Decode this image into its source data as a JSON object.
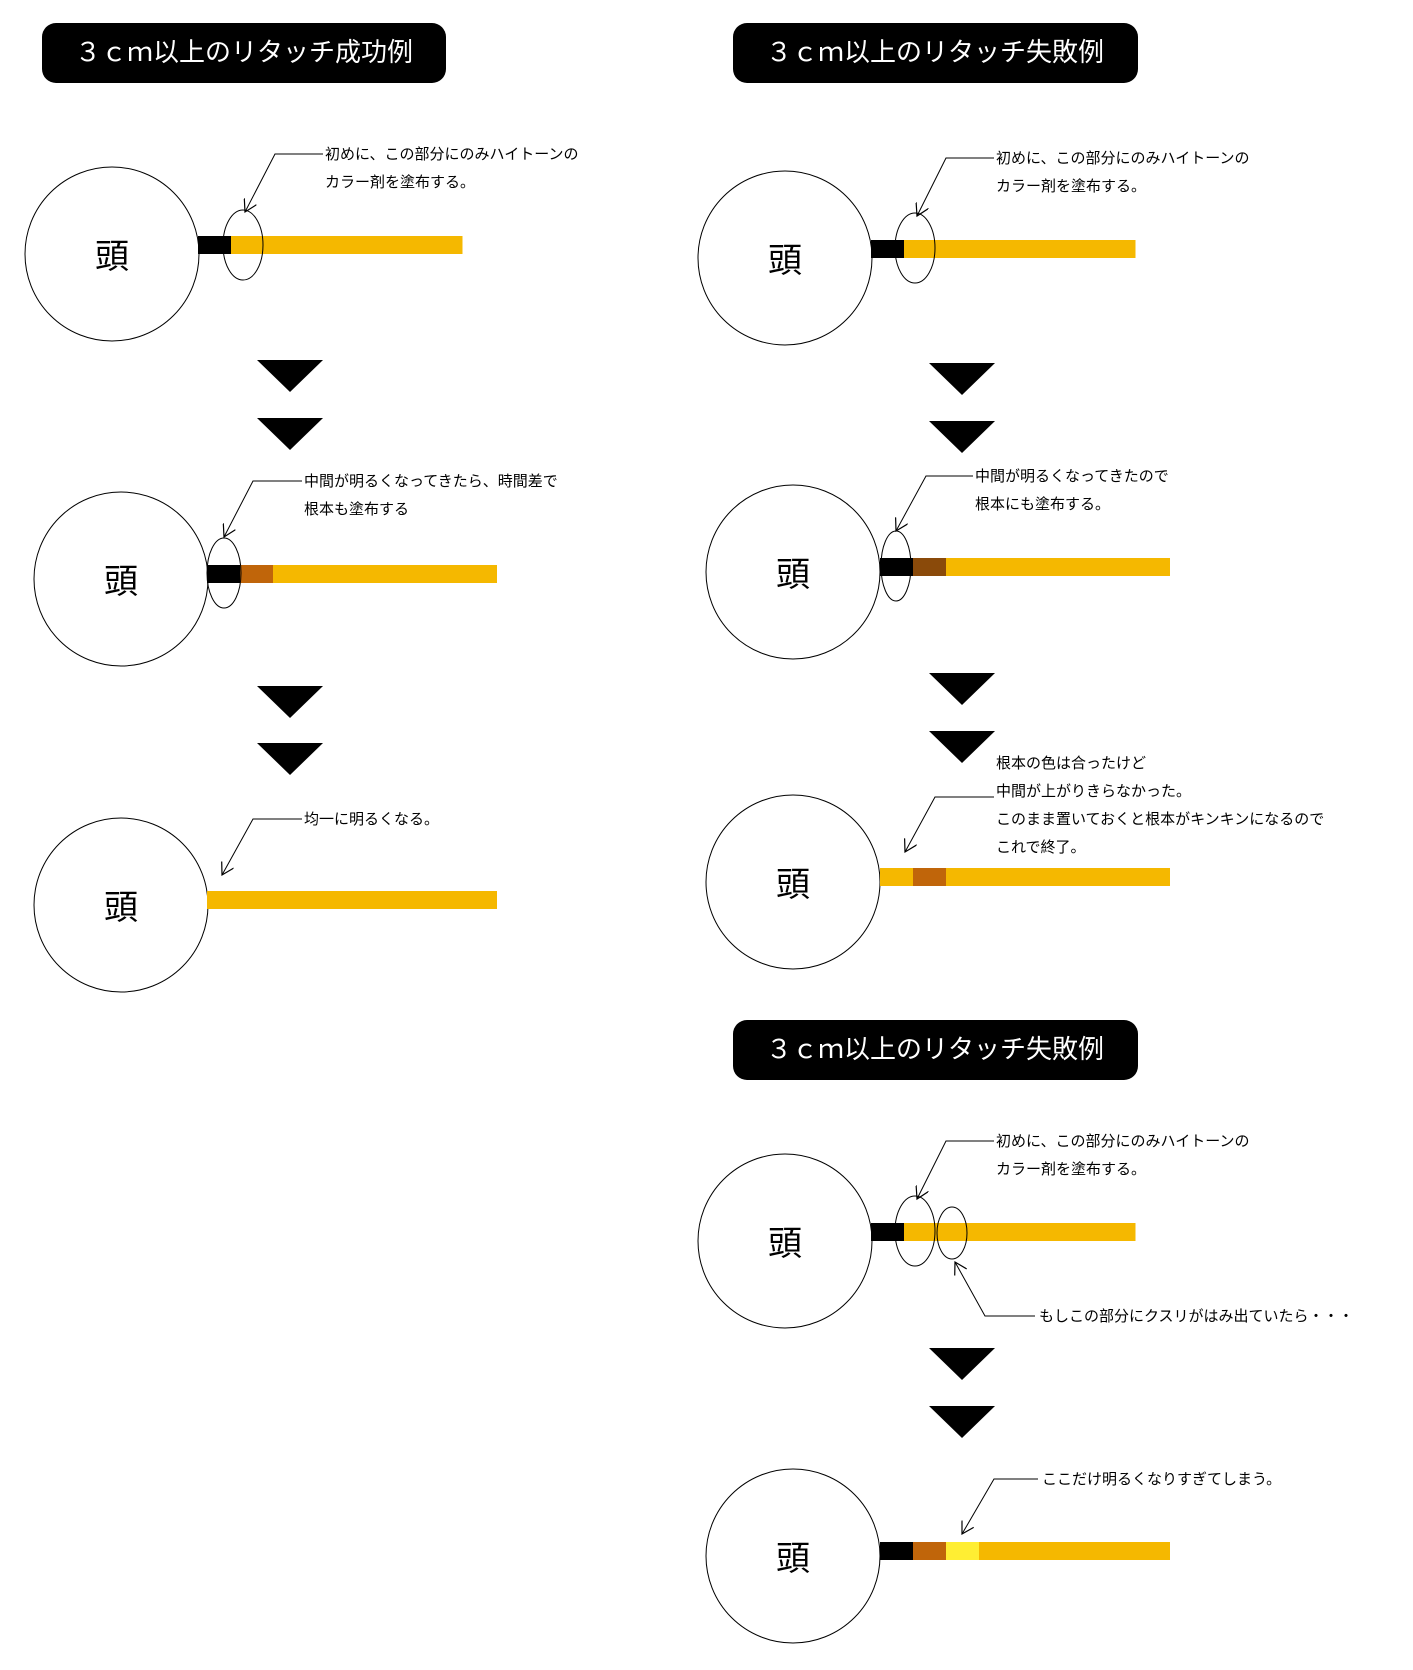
{
  "colors": {
    "black": "#000000",
    "orange": "#f5b800",
    "dark_orange": "#c0650a",
    "brown": "#8a4a0a",
    "yellow": "#ffee33",
    "white": "#ffffff"
  },
  "sections": [
    {
      "title": "３ｃｍ以上のリタッチ成功例",
      "steps": [
        {
          "head": "頭",
          "note": [
            "初めに、この部分にのみハイトーンの",
            "カラー剤を塗布する。"
          ],
          "bar": [
            "black",
            "orange",
            "orange",
            "orange",
            "orange",
            "orange",
            "orange",
            "orange"
          ]
        },
        {
          "head": "頭",
          "note": [
            "中間が明るくなってきたら、時間差で",
            "根本も塗布する"
          ],
          "bar": [
            "black",
            "dark_orange",
            "orange",
            "orange",
            "orange",
            "orange",
            "orange",
            "orange",
            "orange"
          ]
        },
        {
          "head": "頭",
          "note": [
            "均一に明るくなる。"
          ],
          "bar": [
            "orange",
            "orange",
            "orange",
            "orange",
            "orange",
            "orange",
            "orange",
            "orange",
            "orange"
          ]
        }
      ]
    },
    {
      "title": "３ｃｍ以上のリタッチ失敗例",
      "steps": [
        {
          "head": "頭",
          "note": [
            "初めに、この部分にのみハイトーンの",
            "カラー剤を塗布する。"
          ],
          "bar": [
            "black",
            "orange",
            "orange",
            "orange",
            "orange",
            "orange",
            "orange",
            "orange"
          ]
        },
        {
          "head": "頭",
          "note": [
            "中間が明るくなってきたので",
            "根本にも塗布する。"
          ],
          "bar": [
            "black",
            "brown",
            "orange",
            "orange",
            "orange",
            "orange",
            "orange",
            "orange",
            "orange"
          ]
        },
        {
          "head": "頭",
          "note": [
            "根本の色は合ったけど",
            "中間が上がりきらなかった。",
            "このまま置いておくと根本がキンキンになるので",
            "これで終了。"
          ],
          "bar": [
            "orange",
            "dark_orange",
            "orange",
            "orange",
            "orange",
            "orange",
            "orange",
            "orange",
            "orange"
          ]
        }
      ]
    },
    {
      "title": "３ｃｍ以上のリタッチ失敗例",
      "steps": [
        {
          "head": "頭",
          "note": [
            "初めに、この部分にのみハイトーンの",
            "カラー剤を塗布する。"
          ],
          "note2": [
            "もしこの部分にクスリがはみ出ていたら・・・"
          ],
          "bar": [
            "black",
            "orange",
            "orange",
            "orange",
            "orange",
            "orange",
            "orange",
            "orange"
          ]
        },
        {
          "head": "頭",
          "note": [
            "ここだけ明るくなりすぎてしまう。"
          ],
          "bar": [
            "black",
            "dark_orange",
            "yellow",
            "orange",
            "orange",
            "orange",
            "orange",
            "orange",
            "orange"
          ]
        }
      ]
    }
  ]
}
